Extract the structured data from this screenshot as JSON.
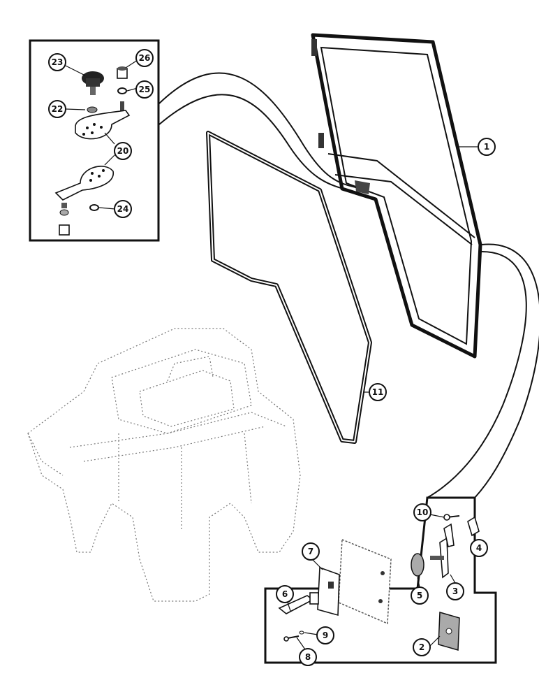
{
  "callouts": {
    "c23": "23",
    "c26": "26",
    "c22": "22",
    "c25": "25",
    "c20": "20",
    "c24": "24",
    "c1": "1",
    "c11": "11",
    "c10": "10",
    "c4": "4",
    "c5": "5",
    "c3": "3",
    "c7": "7",
    "c6": "6",
    "c9": "9",
    "c8": "8",
    "c2": "2"
  }
}
